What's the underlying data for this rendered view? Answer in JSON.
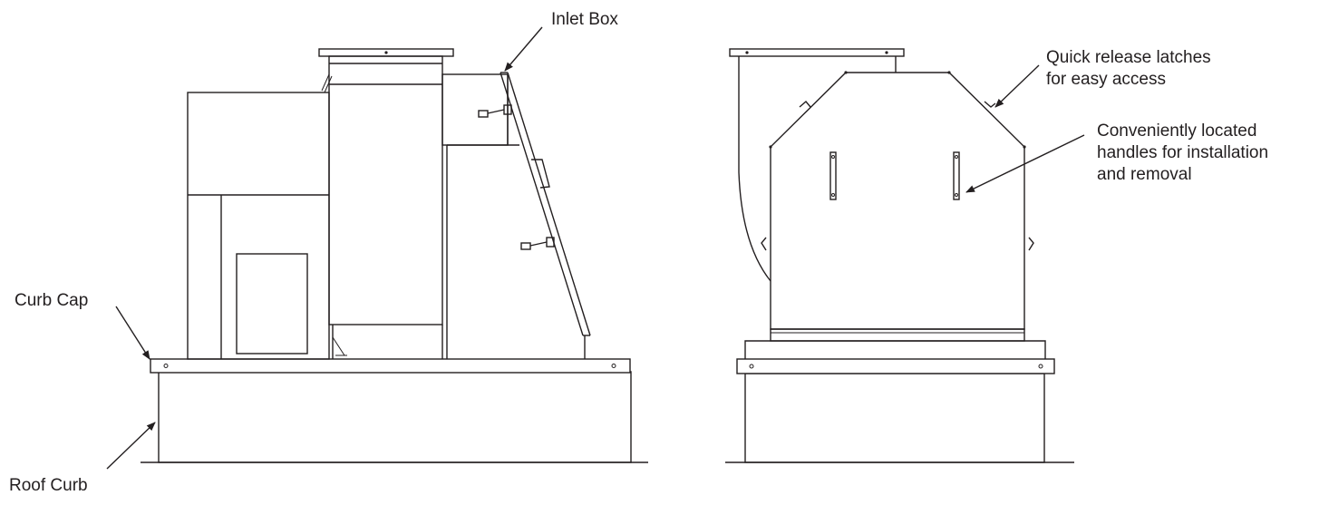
{
  "labels": {
    "inlet_box": "Inlet Box",
    "curb_cap": "Curb Cap",
    "roof_curb": "Roof Curb",
    "quick_release": [
      "Quick release latches",
      "for easy access"
    ],
    "handles": [
      "Conveniently located",
      "handles for installation",
      "and removal"
    ]
  },
  "colors": {
    "line": "#231f20",
    "background": "#ffffff"
  }
}
